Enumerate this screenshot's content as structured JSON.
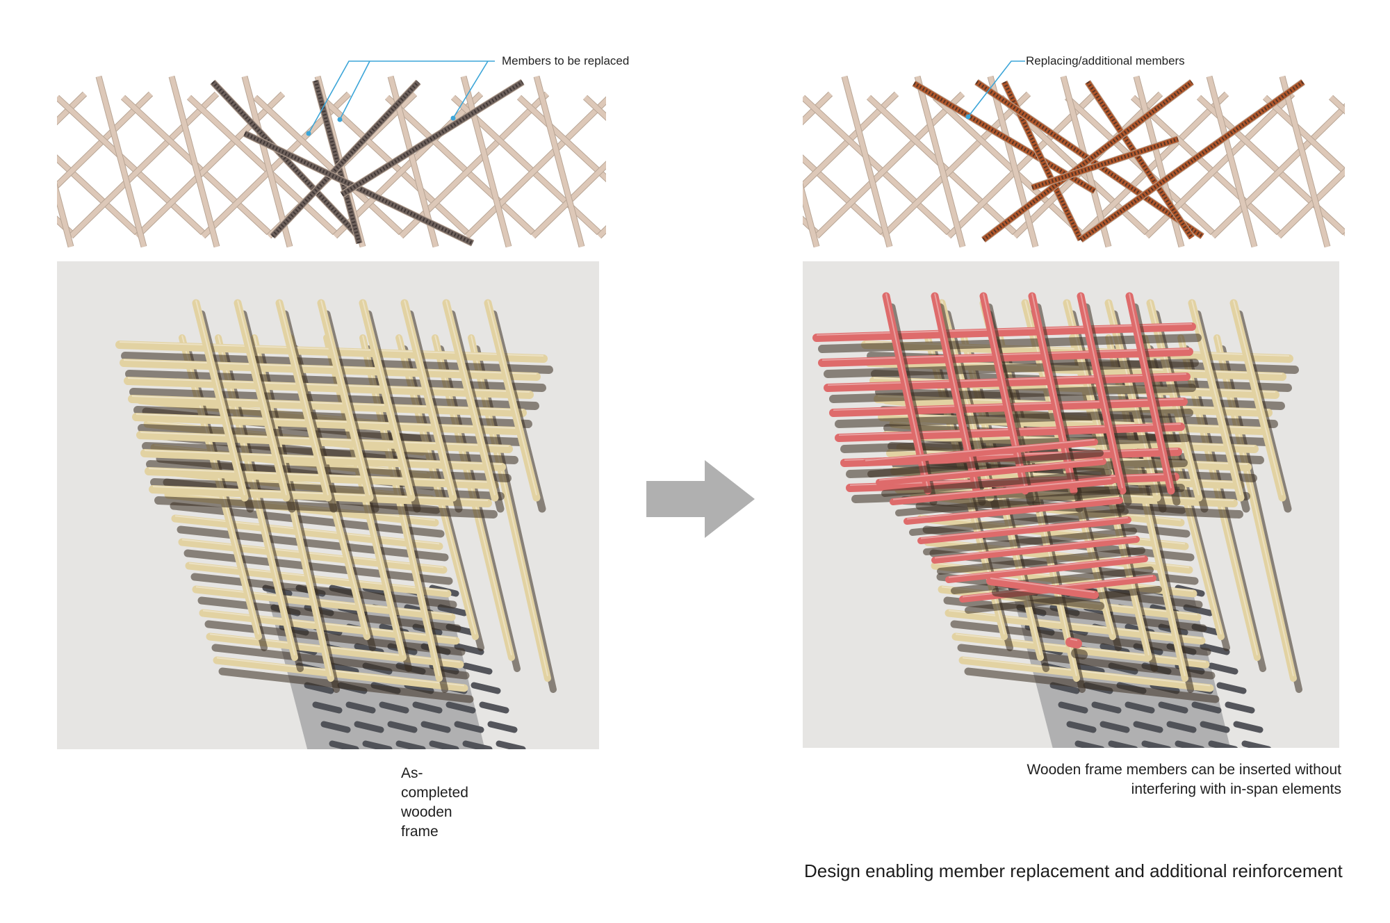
{
  "left_panel": {
    "callout": "Members to be replaced",
    "caption": "As-completed wooden frame"
  },
  "right_panel": {
    "callout": "Replacing/additional members",
    "caption_lines": [
      "Wooden frame members can be inserted without",
      "interfering with in-span elements"
    ]
  },
  "main_caption": "Design enabling member replacement and additional reinforcement",
  "colors": {
    "existing_member": "#ddc8b8",
    "replaced_member": "#6e615c",
    "additional_member": "#b0562a",
    "wood_render": "#e2d2a2",
    "red_render": "#de6b6b",
    "callout_line": "#3ba5d8",
    "arrow": "#b0b0b0"
  }
}
